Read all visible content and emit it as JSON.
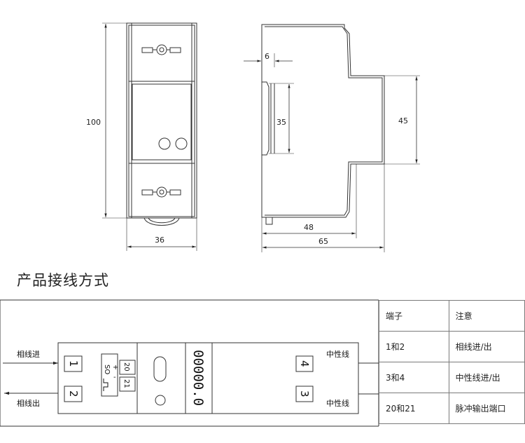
{
  "front_view": {
    "width_label": "36",
    "height_label": "100"
  },
  "side_view": {
    "label_6": "6",
    "label_35": "35",
    "label_45": "45",
    "label_48": "48",
    "label_65": "65"
  },
  "section_title": "产品接线方式",
  "wiring": {
    "left_top": "相线进",
    "left_bottom": "相线出",
    "right_top": "中性线",
    "right_bottom": "中性线",
    "terminal_1": "1",
    "terminal_2": "2",
    "terminal_3": "3",
    "terminal_4": "4",
    "terminal_20": "20",
    "terminal_21": "21",
    "plus": "+",
    "minus": "-",
    "pulse": "SO",
    "display": "00000.0"
  },
  "table": {
    "header": [
      "端子",
      "注意"
    ],
    "rows": [
      [
        "1和2",
        "相线进/出"
      ],
      [
        "3和4",
        "中性线进/出"
      ],
      [
        "20和21",
        "脉冲输出端口"
      ]
    ]
  },
  "colors": {
    "line": "#333333",
    "table_border": "#7a7a7a"
  }
}
